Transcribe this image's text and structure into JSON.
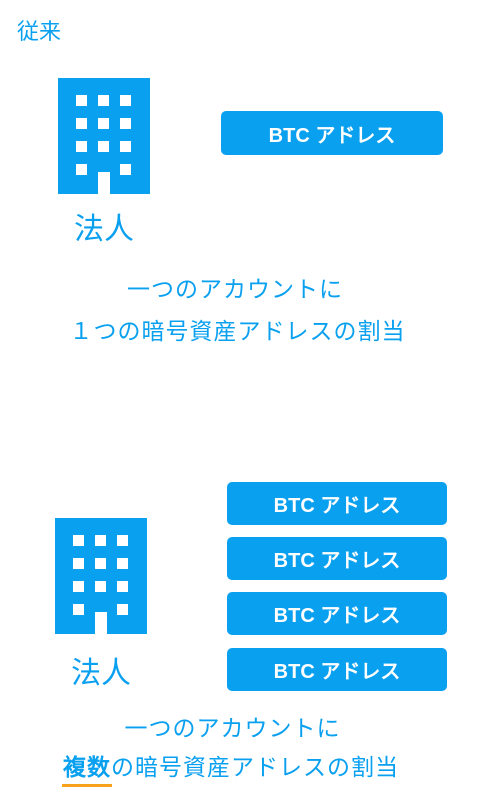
{
  "header": {
    "title": "従来"
  },
  "top": {
    "corp_label": "法人",
    "addresses": [
      "BTC アドレス"
    ],
    "caption_line1": "一つのアカウントに",
    "caption_line2": "１つの暗号資産アドレスの割当"
  },
  "bottom": {
    "corp_label": "法人",
    "addresses": [
      "BTC アドレス",
      "BTC アドレス",
      "BTC アドレス",
      "BTC アドレス"
    ],
    "caption_line1": "一つのアカウントに",
    "caption_emphasis": "複数",
    "caption_line2_rest": "の暗号資産アドレスの割当"
  },
  "colors": {
    "accent": "#0aa0f0",
    "underline": "#f7a21a"
  }
}
